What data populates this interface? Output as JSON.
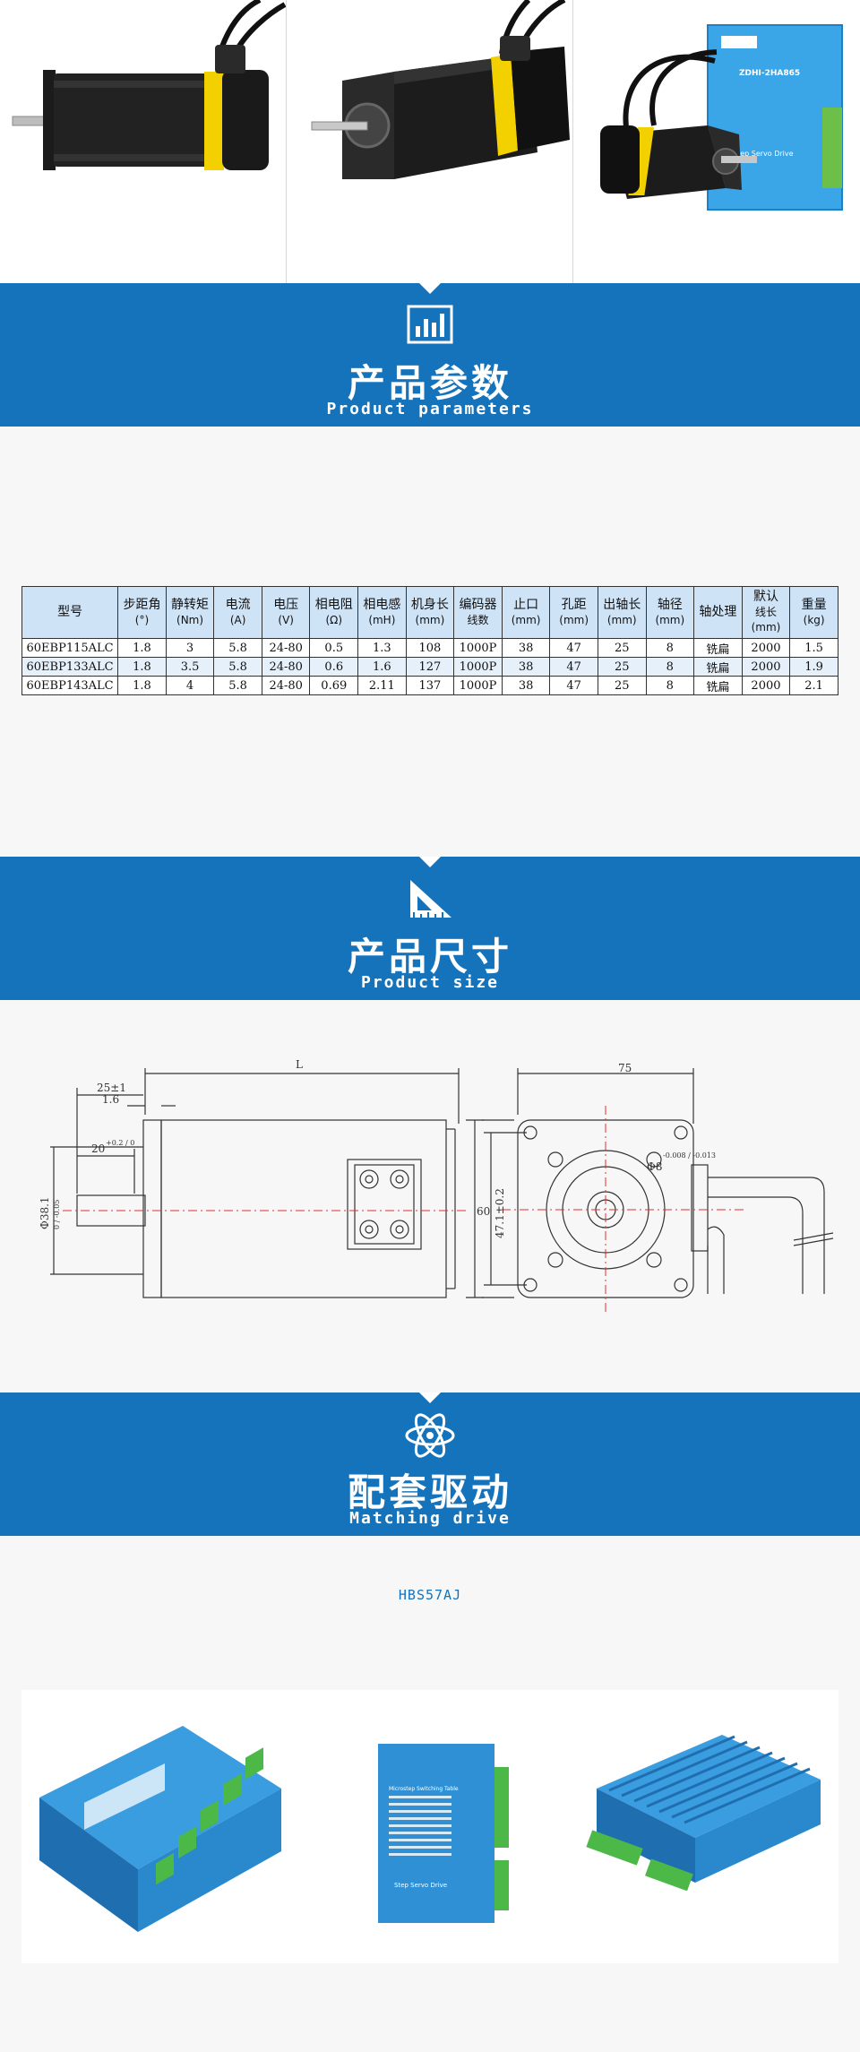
{
  "sections": {
    "params": {
      "title": "产品参数",
      "subtitle": "Product parameters",
      "icon": "bar-chart-icon"
    },
    "size": {
      "title": "产品尺寸",
      "subtitle": "Product size",
      "icon": "set-square-icon"
    },
    "drive": {
      "title": "配套驱动",
      "subtitle": "Matching drive",
      "icon": "atom-icon"
    }
  },
  "photos": {
    "driver_brand": "ZDHI-2HA865",
    "driver_label": "Step Servo Drive"
  },
  "table": {
    "headers": [
      {
        "label": "型号",
        "unit": ""
      },
      {
        "label": "步距角",
        "unit": "(°)"
      },
      {
        "label": "静转矩",
        "unit": "(Nm)"
      },
      {
        "label": "电流",
        "unit": "(A)"
      },
      {
        "label": "电压",
        "unit": "(V)"
      },
      {
        "label": "相电阻",
        "unit": "(Ω)"
      },
      {
        "label": "相电感",
        "unit": "(mH)"
      },
      {
        "label": "机身长",
        "unit": "(mm)"
      },
      {
        "label": "编码器",
        "unit": "线数"
      },
      {
        "label": "止口",
        "unit": "(mm)"
      },
      {
        "label": "孔距",
        "unit": "(mm)"
      },
      {
        "label": "出轴长",
        "unit": "(mm)"
      },
      {
        "label": "轴径",
        "unit": "(mm)"
      },
      {
        "label": "轴处理",
        "unit": ""
      },
      {
        "label": "默认",
        "unit": "线长 (mm)"
      },
      {
        "label": "重量",
        "unit": "(kg)"
      }
    ],
    "rows": [
      [
        "60EBP115ALC",
        "1.8",
        "3",
        "5.8",
        "24-80",
        "0.5",
        "1.3",
        "108",
        "1000P",
        "38",
        "47",
        "25",
        "8",
        "铣扁",
        "2000",
        "1.5"
      ],
      [
        "60EBP133ALC",
        "1.8",
        "3.5",
        "5.8",
        "24-80",
        "0.6",
        "1.6",
        "127",
        "1000P",
        "38",
        "47",
        "25",
        "8",
        "铣扁",
        "2000",
        "1.9"
      ],
      [
        "60EBP143ALC",
        "1.8",
        "4",
        "5.8",
        "24-80",
        "0.69",
        "2.11",
        "137",
        "1000P",
        "38",
        "47",
        "25",
        "8",
        "铣扁",
        "2000",
        "2.1"
      ]
    ]
  },
  "drawing": {
    "dim_L": "L",
    "dim_25": "25±1",
    "dim_16": "1.6",
    "dim_20": "20",
    "dim_20_tol": "+0.2 / 0",
    "dim_shaft": "Φ38.1",
    "dim_shaft_tol": "0 / -0.05",
    "dim_60": "60",
    "dim_47": "47.1±0.2",
    "dim_75": "75",
    "dim_phi8": "Φ8",
    "dim_phi8_tol": "-0.008 / -0.013"
  },
  "drive": {
    "model": "HBS57AJ",
    "photo_label": "Step Servo Drive",
    "photo_table_title": "Microstep Switching Table"
  }
}
